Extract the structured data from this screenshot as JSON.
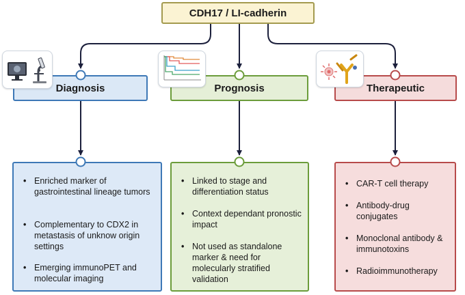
{
  "root": {
    "title": "CDH17 / LI-cadherin"
  },
  "colors": {
    "root_fill": "#fbf3d3",
    "diagnosis": "#3d78b6",
    "prognosis": "#6b9c3a",
    "therapeutic": "#b74a4a",
    "connector": "#1b1f3b"
  },
  "branches": [
    {
      "title": "Diagnosis",
      "icon": "microscope-and-monitor-icon",
      "items": [
        "Enriched marker of gastrointestinal lineage tumors",
        "Complementary to CDX2 in metastasis of unknow origin settings",
        "Emerging immunoPET and molecular imaging"
      ]
    },
    {
      "title": "Prognosis",
      "icon": "survival-curve-icon",
      "items": [
        "Linked to stage and differentiation status",
        "Context dependant pronostic impact",
        "Not used as standalone marker & need for molecularly stratified validation"
      ]
    },
    {
      "title": "Therapeutic",
      "icon": "antibody-icon",
      "items": [
        "CAR-T cell therapy",
        "Antibody-drug conjugates",
        "Monoclonal antibody & immunotoxins",
        "Radioimmunotherapy"
      ]
    }
  ]
}
